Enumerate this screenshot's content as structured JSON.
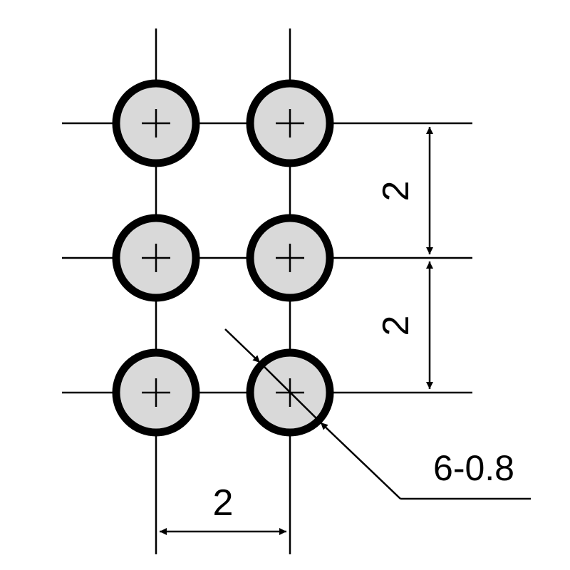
{
  "dimensions": {
    "row_pitch_label_1": "2",
    "row_pitch_label_2": "2",
    "column_pitch_label": "2",
    "hole_callout_label": "6-0.8"
  },
  "holes": {
    "columns": 2,
    "rows": 3
  },
  "colors": {
    "line": "#000000",
    "hole_fill": "#d9d9d9",
    "background": "#ffffff"
  }
}
